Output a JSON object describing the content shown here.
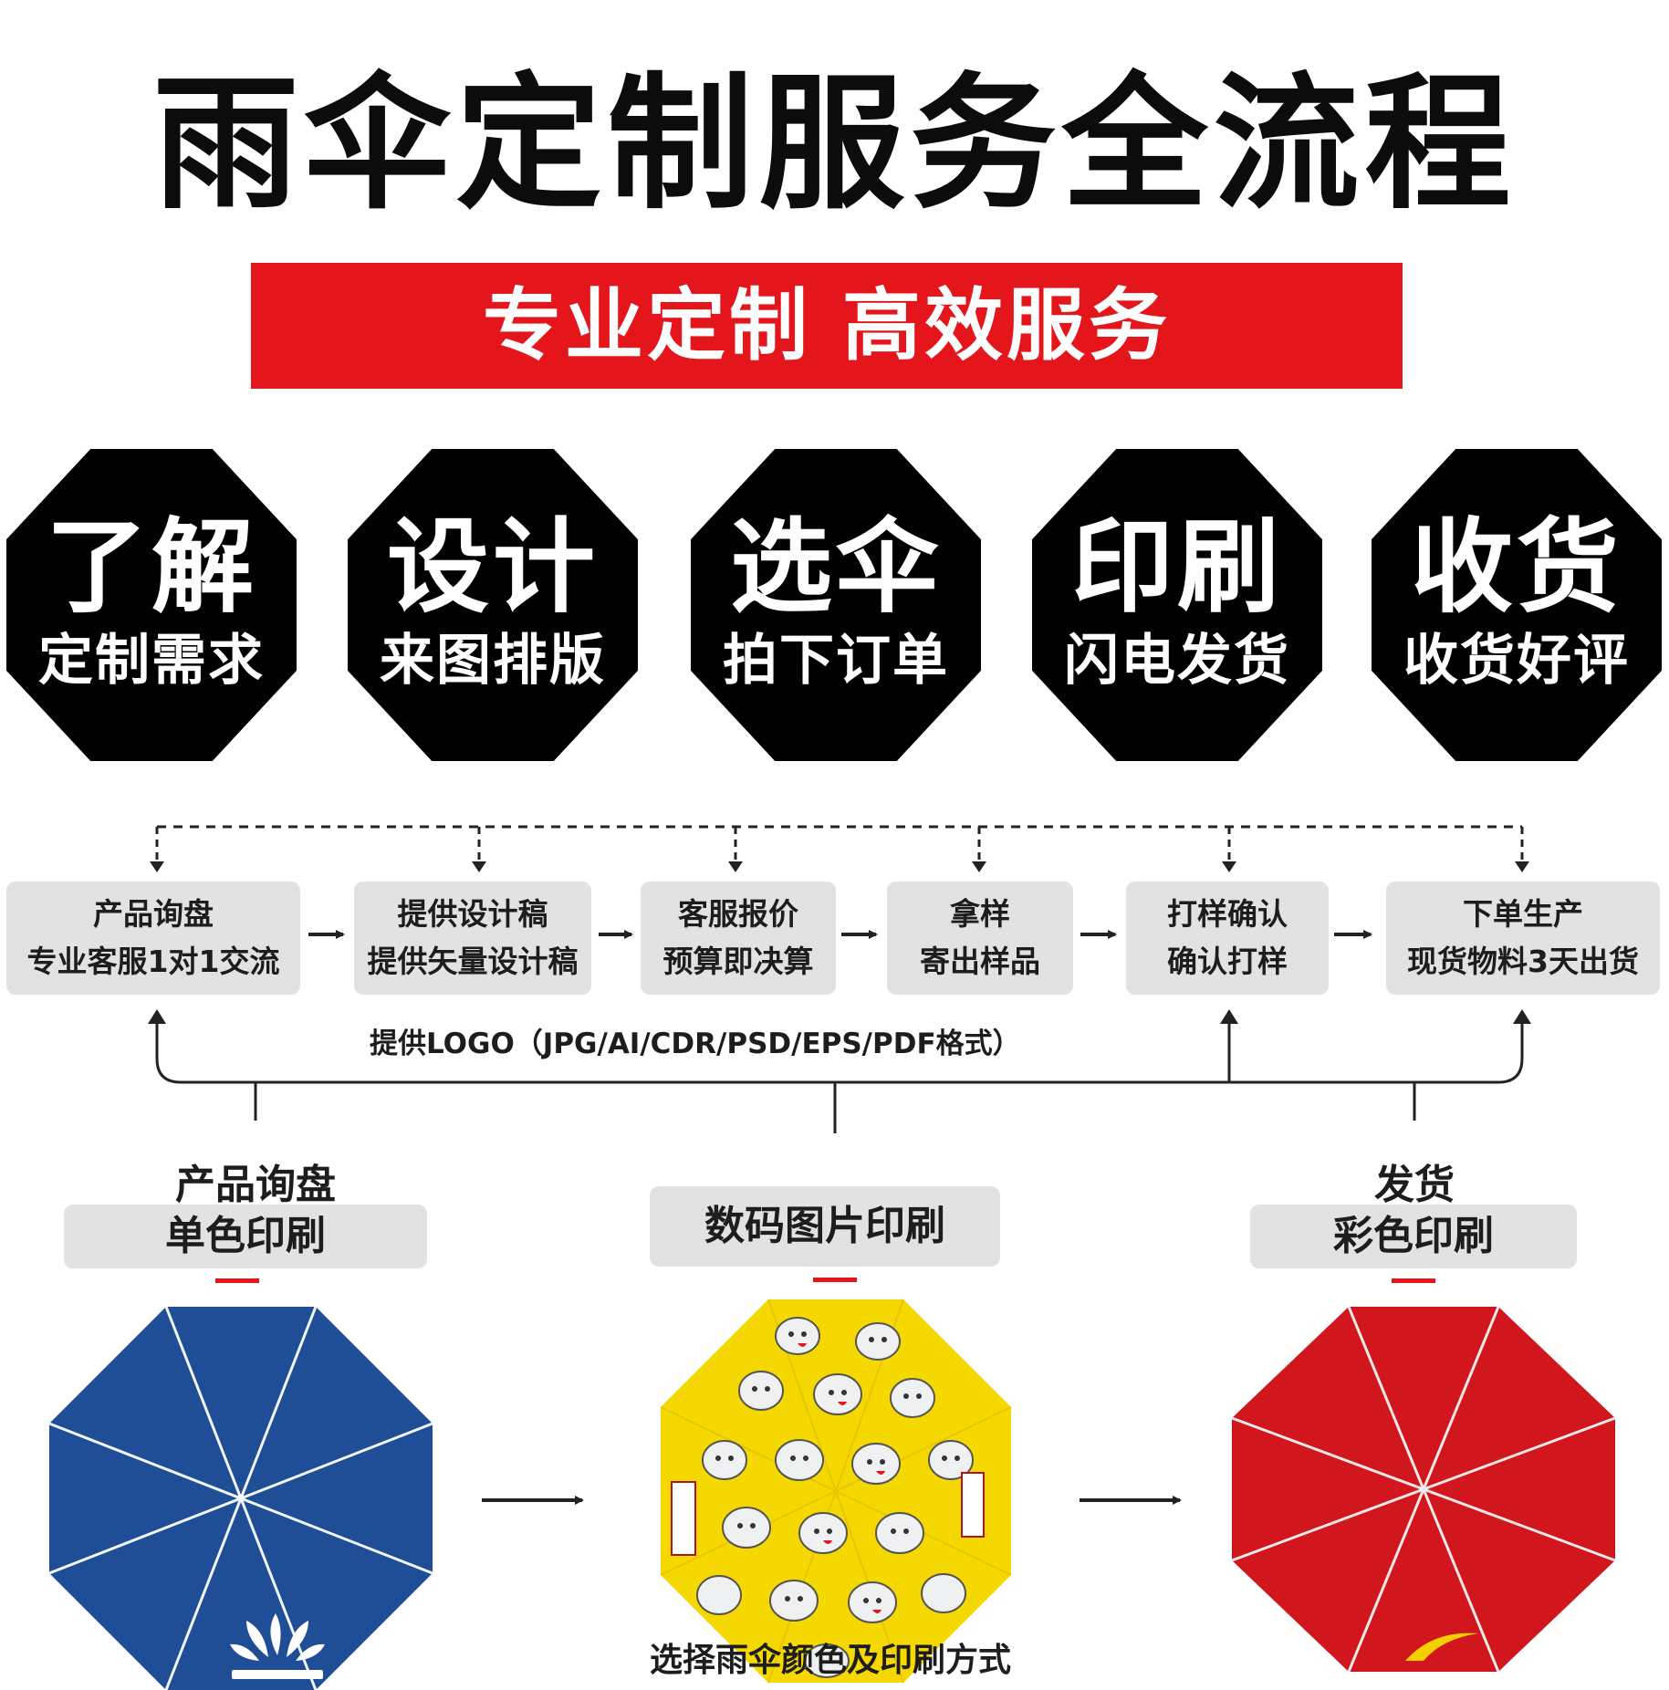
{
  "title": "雨伞定制服务全流程",
  "subtitle": "专业定制 高效服务",
  "colors": {
    "accent_red": "#e4161c",
    "octagon_black": "#000000",
    "box_gray": "#e2e2e2",
    "umbrella_blue": "#1f4e97",
    "umbrella_yellow": "#f4d800",
    "umbrella_red": "#d1161d"
  },
  "stages": [
    {
      "title": "了解",
      "sub": "定制需求"
    },
    {
      "title": "设计",
      "sub": "来图排版"
    },
    {
      "title": "选伞",
      "sub": "拍下订单"
    },
    {
      "title": "印刷",
      "sub": "闪电发货"
    },
    {
      "title": "收货",
      "sub": "收货好评"
    }
  ],
  "steps": [
    {
      "line1": "产品询盘",
      "line2": "专业客服1对1交流"
    },
    {
      "line1": "提供设计稿",
      "line2": "提供矢量设计稿"
    },
    {
      "line1": "客服报价",
      "line2": "预算即决算"
    },
    {
      "line1": "拿样",
      "line2": "寄出样品"
    },
    {
      "line1": "打样确认",
      "line2": "确认打样"
    },
    {
      "line1": "下单生产",
      "line2": "现货物料3天出货"
    }
  ],
  "logo_note": "提供LOGO（JPG/AI/CDR/PSD/EPS/PDF格式）",
  "methods": {
    "left_caption": "产品询盘",
    "left_label": "单色印刷",
    "center_label": "数码图片印刷",
    "right_caption": "发货",
    "right_label": "彩色印刷"
  },
  "bottom_note": "选择雨伞颜色及印刷方式",
  "icons": [
    "arrow-right-icon",
    "arrow-down-icon",
    "arrow-up-icon",
    "umbrella-canopy-icon",
    "cartoon-pattern-icon",
    "brand-logo-icon"
  ]
}
